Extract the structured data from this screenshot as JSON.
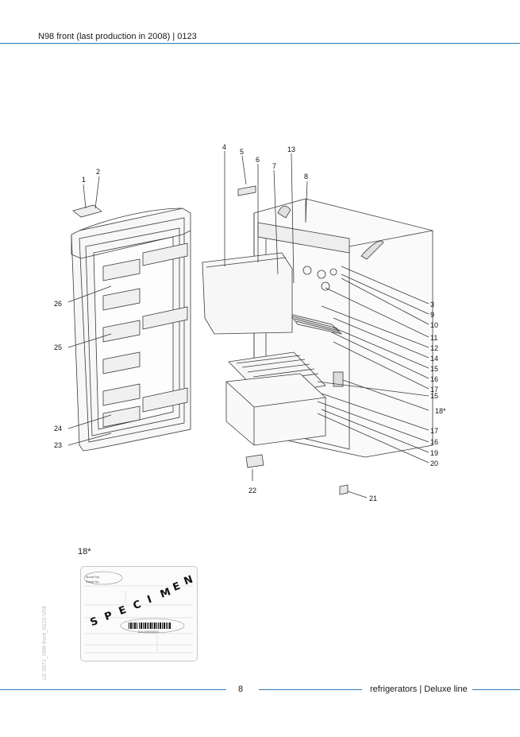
{
  "header": {
    "title": "N98 front (last production in 2008) | 0123"
  },
  "diagram": {
    "callouts": [
      "1",
      "2",
      "3",
      "4",
      "5",
      "6",
      "7",
      "8",
      "9",
      "10",
      "11",
      "12",
      "13",
      "14",
      "15",
      "15",
      "16",
      "16",
      "17",
      "17",
      "18*",
      "19",
      "20",
      "21",
      "22",
      "23",
      "24",
      "25",
      "26"
    ]
  },
  "label_section": {
    "reference": "18*",
    "specimen_text": "SPECIMEN",
    "specimen_letters": [
      "S",
      "P",
      "E",
      "C",
      "I",
      "M",
      "E",
      "N"
    ],
    "model_label": "Model No.",
    "serial_label": "Serial No.",
    "barcode_number": "001245000001"
  },
  "footer": {
    "page_number": "8",
    "section": "refrigerators | Deluxe line",
    "document_code": "LE 0072_N98-front_0115-V04"
  },
  "colors": {
    "rule": "#2b7bbf",
    "line_art": "#3a3a3a"
  }
}
